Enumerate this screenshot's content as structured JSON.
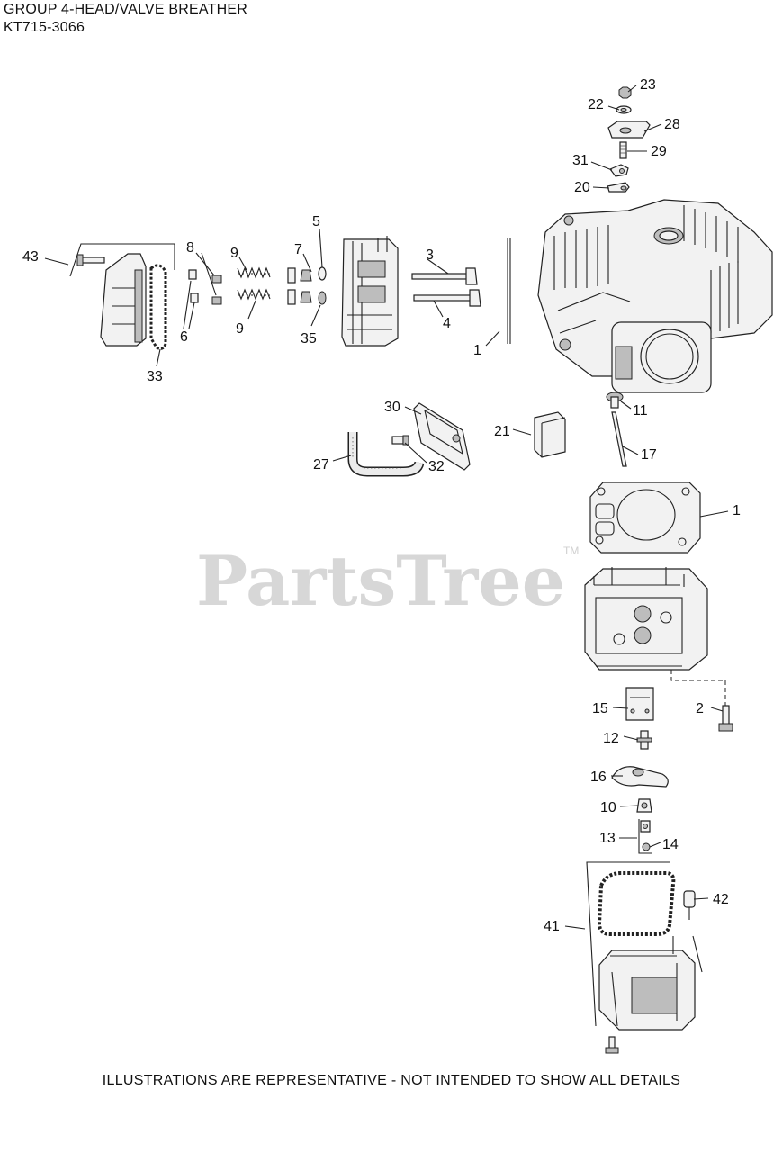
{
  "header": {
    "title": "GROUP 4-HEAD/VALVE BREATHER",
    "model": "KT715-3066"
  },
  "watermark": {
    "text": "PartsTree",
    "tm": "TM"
  },
  "footer": {
    "note": "ILLUSTRATIONS ARE REPRESENTATIVE - NOT INTENDED TO SHOW ALL DETAILS"
  },
  "callouts": {
    "p23": "23",
    "p22": "22",
    "p28": "28",
    "p29": "29",
    "p31": "31",
    "p20": "20",
    "p43": "43",
    "p8": "8",
    "p9a": "9",
    "p7": "7",
    "p5": "5",
    "p3": "3",
    "p6": "6",
    "p9b": "9",
    "p35": "35",
    "p4": "4",
    "p1a": "1",
    "p33": "33",
    "p11": "11",
    "p30": "30",
    "p21": "21",
    "p17": "17",
    "p27": "27",
    "p32": "32",
    "p1b": "1",
    "p15": "15",
    "p2": "2",
    "p12": "12",
    "p16": "16",
    "p10": "10",
    "p13": "13",
    "p14": "14",
    "p42": "42",
    "p41": "41"
  },
  "colors": {
    "line": "#222222",
    "watermark": "#d7d7d7",
    "part_fill": "#f2f2f2",
    "shade": "#bdbdbd"
  }
}
